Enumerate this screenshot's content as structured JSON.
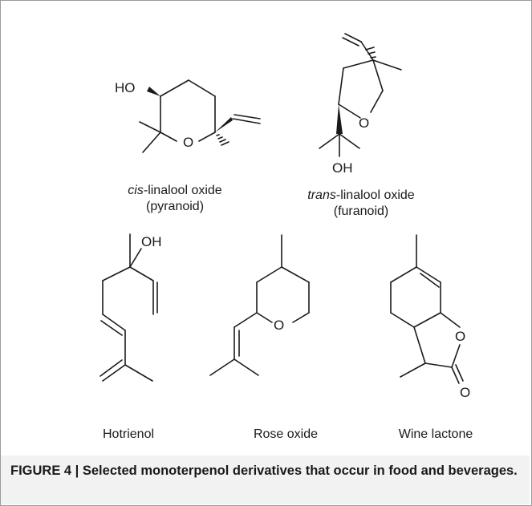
{
  "figure": {
    "compounds": [
      {
        "id": "cis-linalool-oxide",
        "prefix": "cis",
        "name": "-linalool oxide",
        "subname": "(pyranoid)",
        "atoms": [
          "HO",
          "O"
        ]
      },
      {
        "id": "trans-linalool-oxide",
        "prefix": "trans",
        "name": "-linalool oxide",
        "subname": "(furanoid)",
        "atoms": [
          "O",
          "OH"
        ]
      },
      {
        "id": "hotrienol",
        "name": "Hotrienol",
        "atoms": [
          "OH"
        ]
      },
      {
        "id": "rose-oxide",
        "name": "Rose oxide",
        "atoms": [
          "O"
        ]
      },
      {
        "id": "wine-lactone",
        "name": "Wine lactone",
        "atoms": [
          "O",
          "O"
        ]
      }
    ]
  },
  "caption": {
    "text": "FIGURE 4 | Selected monoterpenol derivatives that occur in food and beverages."
  }
}
